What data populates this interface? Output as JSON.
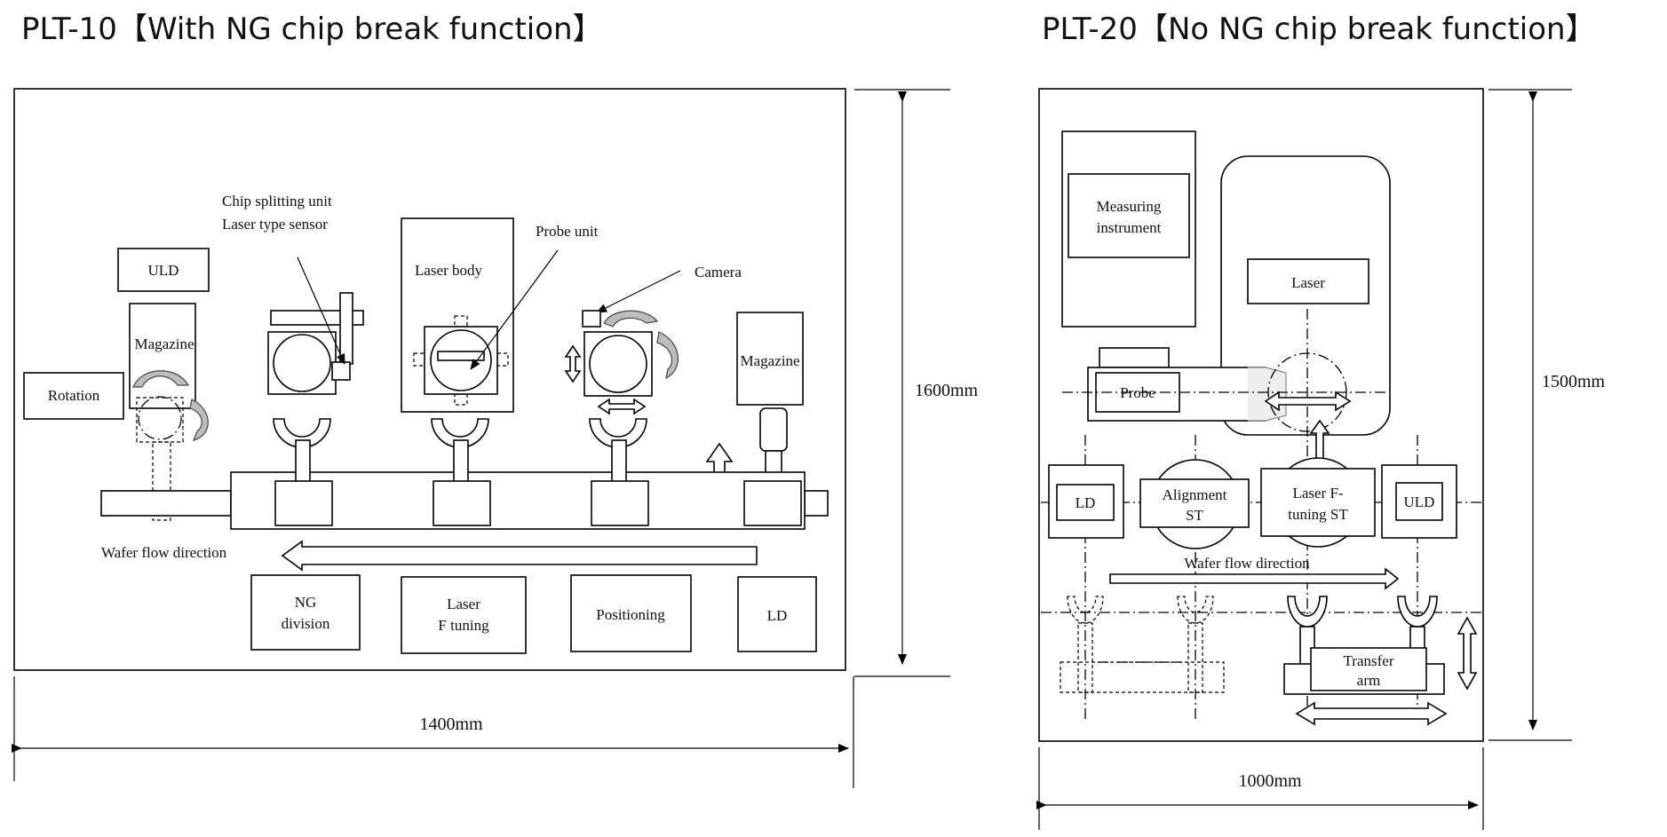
{
  "plt10": {
    "title": "PLT-10【With NG chip break function】",
    "labels": {
      "uld": "ULD",
      "magazine_left": "Magazine",
      "rotation": "Rotation",
      "chip_splitting": "Chip splitting  unit",
      "laser_sensor": "Laser type sensor",
      "laser_body": "Laser body",
      "probe_unit": "Probe unit",
      "camera": "Camera",
      "magazine_right": "Magazine",
      "wafer_flow": "Wafer flow direction",
      "ng_line1": "NG",
      "ng_line2": "division",
      "laser_tuning_line1": "Laser",
      "laser_tuning_line2": "F tuning",
      "positioning": "Positioning",
      "ld": "LD"
    },
    "dim_height": "1600mm",
    "dim_width": "1400mm"
  },
  "plt20": {
    "title": "PLT-20【No NG chip break function】",
    "labels": {
      "measuring_line1": "Measuring",
      "measuring_line2": "instrument",
      "laser": "Laser",
      "probe": "Probe",
      "ld": "LD",
      "alignment_line1": "Alignment",
      "alignment_line2": "ST",
      "laser_f_line1": "Laser F-",
      "laser_f_line2": "tuning  ST",
      "uld": "ULD",
      "wafer_flow": "Wafer flow  direction",
      "transfer_line1": "Transfer",
      "transfer_line2": "arm"
    },
    "dim_height": "1500mm",
    "dim_width": "1000mm"
  }
}
